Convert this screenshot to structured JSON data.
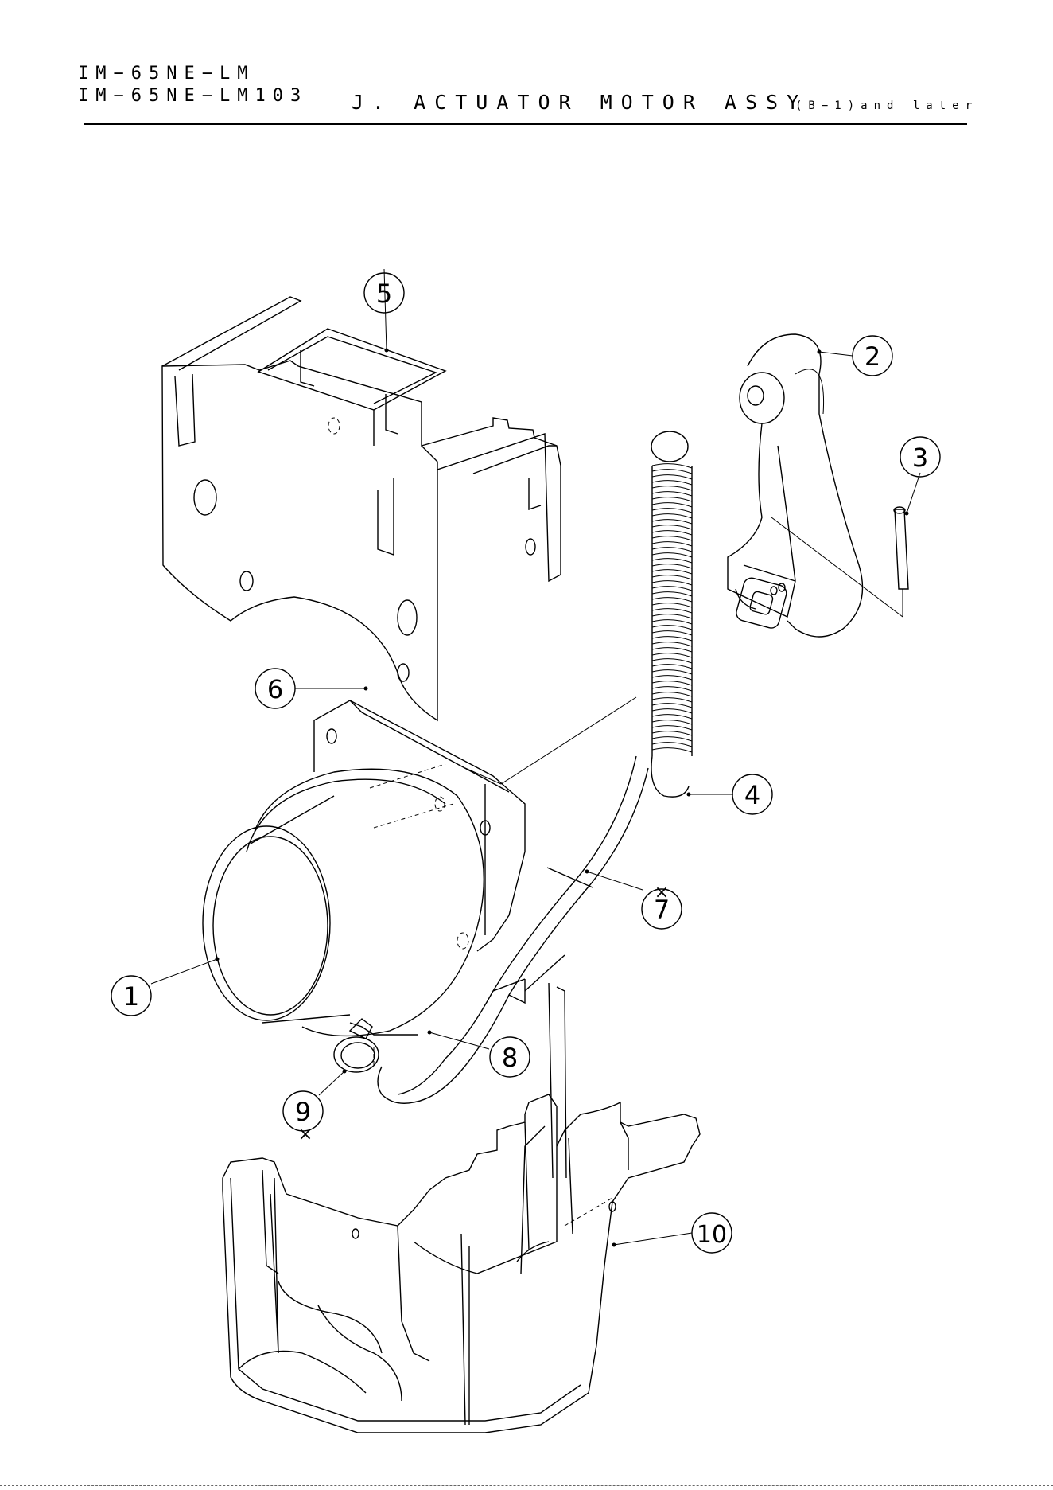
{
  "header": {
    "model_1": "IM−65NE−LM",
    "model_2": "IM−65NE−LM103",
    "title": "J. ACTUATOR MOTOR ASSY",
    "note": "(B−1)and later"
  },
  "callouts": [
    {
      "id": "1",
      "label": "1"
    },
    {
      "id": "2",
      "label": "2"
    },
    {
      "id": "3",
      "label": "3"
    },
    {
      "id": "4",
      "label": "4"
    },
    {
      "id": "5",
      "label": "5"
    },
    {
      "id": "6",
      "label": "6"
    },
    {
      "id": "7",
      "label": "7",
      "marker": "×"
    },
    {
      "id": "8",
      "label": "8"
    },
    {
      "id": "9",
      "label": "9",
      "marker": "×"
    },
    {
      "id": "10",
      "label": "10"
    }
  ]
}
